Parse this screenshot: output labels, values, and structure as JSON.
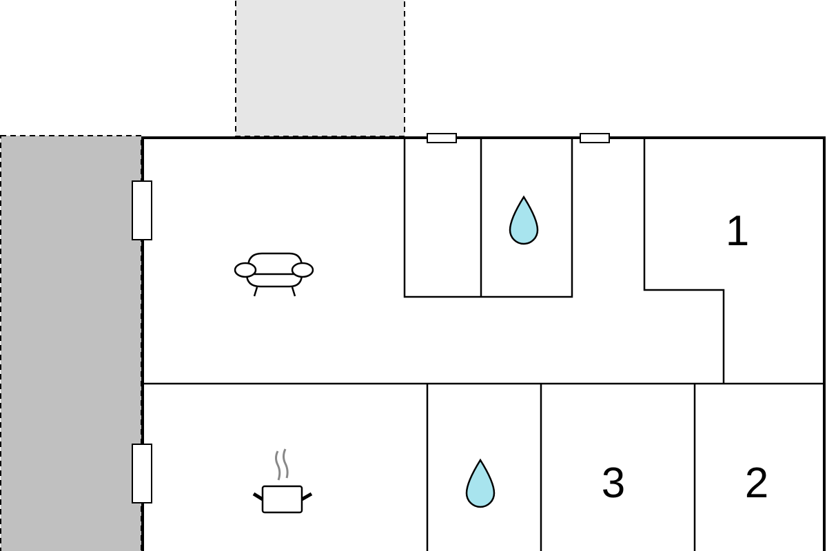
{
  "rooms": {
    "bedroom_1": "1",
    "bedroom_2": "2",
    "bedroom_3": "3"
  },
  "icons": [
    "sofa-icon",
    "cooking-pot-icon",
    "water-drop-icon",
    "water-drop-icon"
  ],
  "colors": {
    "terrace_gray": "#c0c0c0",
    "balcony_gray": "#e6e6e6",
    "water": "#a8e4ee",
    "wall": "#000000"
  }
}
